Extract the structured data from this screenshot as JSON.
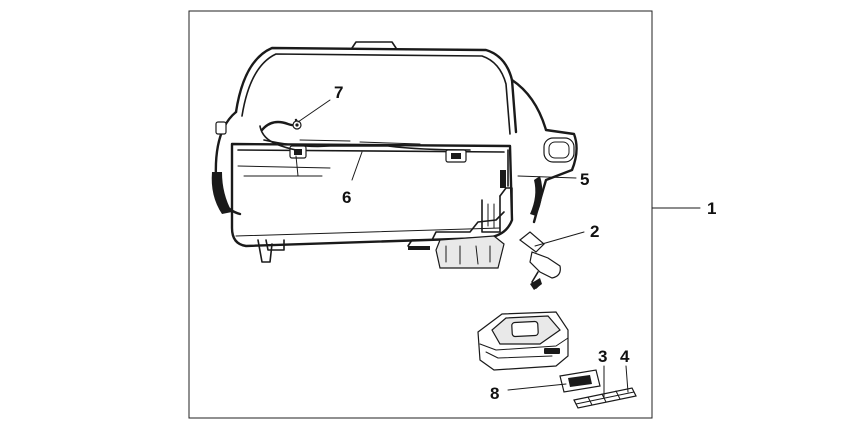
{
  "callouts": {
    "c1": "1",
    "c2": "2",
    "c3": "3",
    "c4": "4",
    "c5": "5",
    "c6": "6",
    "c7": "7",
    "c8": "8"
  },
  "colors": {
    "ink": "#1a1a1a",
    "background": "#ffffff"
  }
}
